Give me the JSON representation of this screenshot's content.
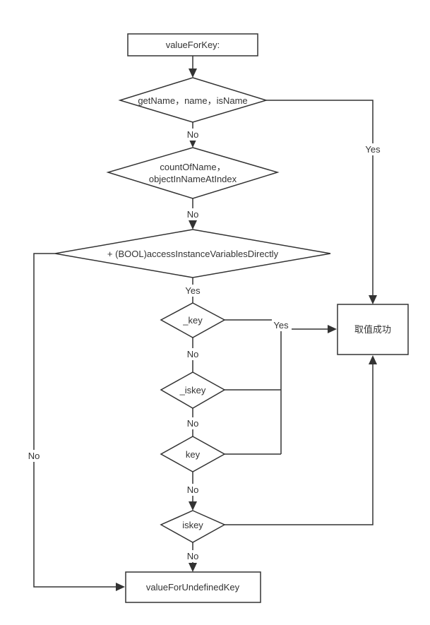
{
  "nodes": {
    "start": "valueForKey:",
    "getter": "getName，name，isName",
    "count_line1": "countOfName，",
    "count_line2": "objectInNameAtIndex",
    "access": "+ (BOOL)accessInstanceVariablesDirectly",
    "ivar_key_underscore": "_key",
    "ivar_iskey_underscore": "_iskey",
    "ivar_key": "key",
    "ivar_iskey": "iskey",
    "success": "取值成功",
    "undefined": "valueForUndefinedKey"
  },
  "edge_labels": {
    "getter_no": "No",
    "getter_yes": "Yes",
    "count_no": "No",
    "access_yes": "Yes",
    "access_no": "No",
    "key_no": "No",
    "ivars_yes": "Yes",
    "iskey_underscore_no": "No",
    "plain_key_no": "No",
    "plain_iskey_no": "No"
  }
}
